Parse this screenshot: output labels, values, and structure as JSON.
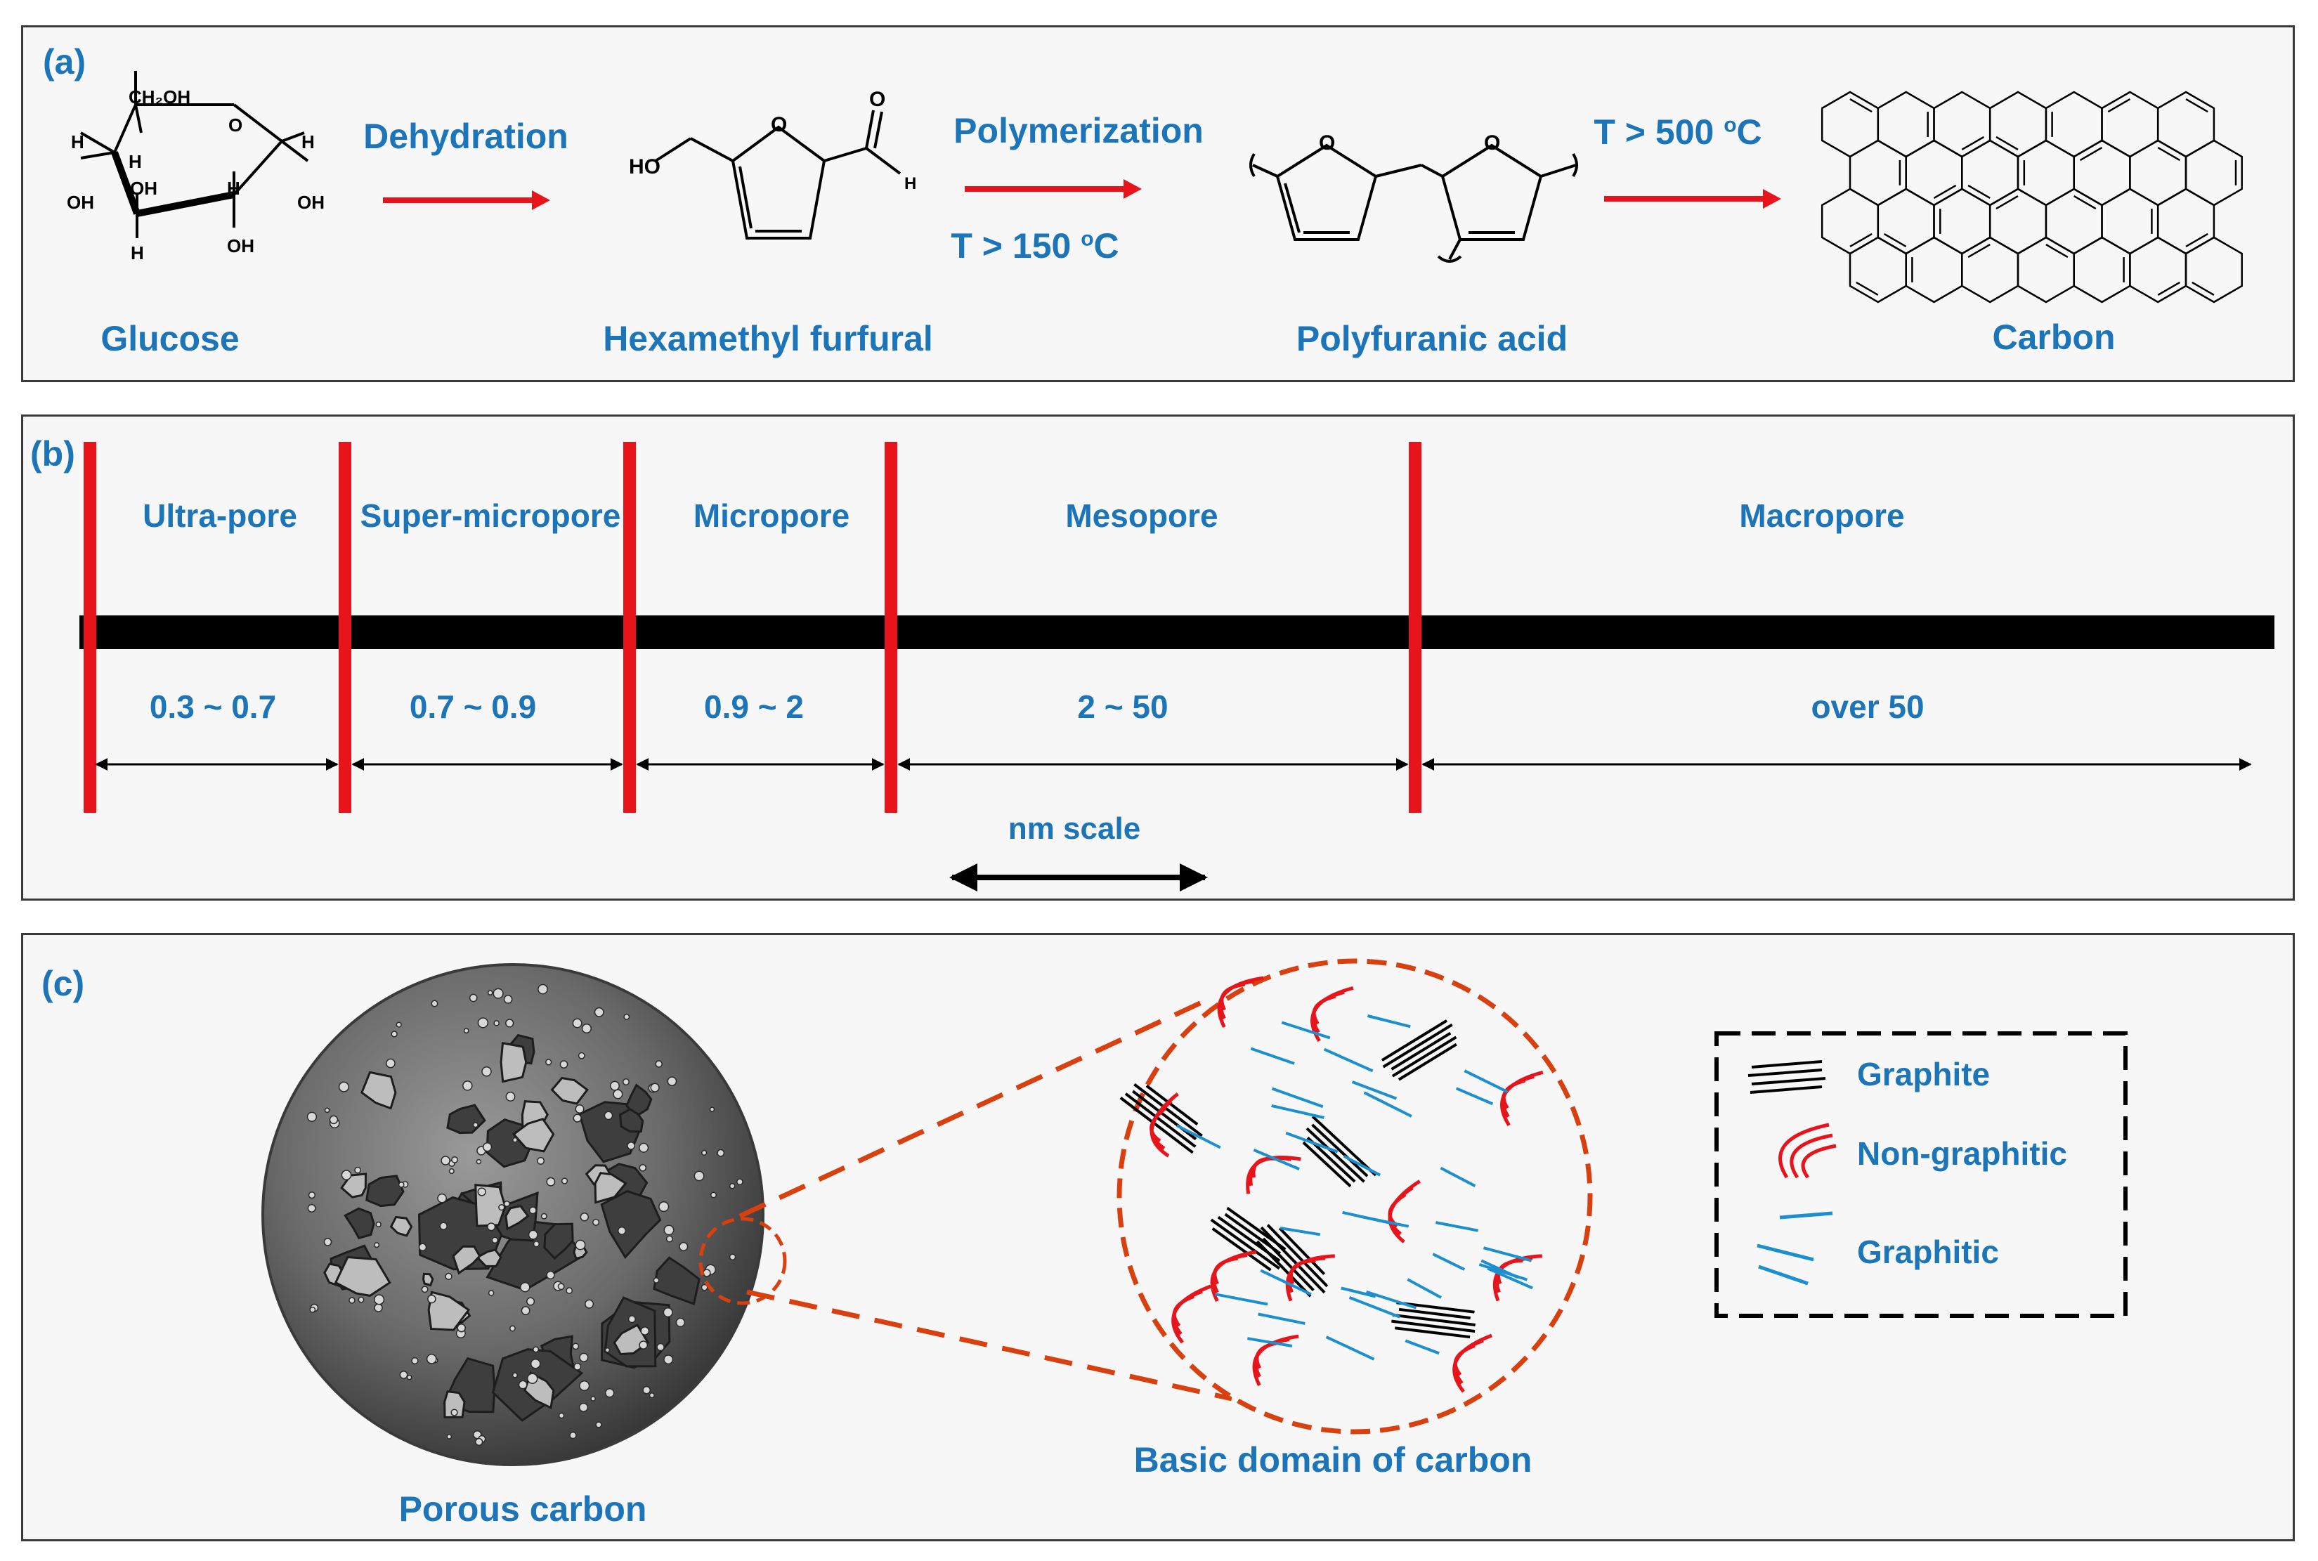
{
  "panel_a": {
    "label": "(a)",
    "compounds": {
      "glucose": "Glucose",
      "hmf": "Hexamethyl furfural",
      "polyfuranic": "Polyfuranic acid",
      "carbon": "Carbon"
    },
    "steps": {
      "step1": "Dehydration",
      "step2": "Polymerization",
      "step2_condition_prefix": "T > 150 ",
      "step2_condition_sup": "o",
      "step2_condition_suffix": "C",
      "step3_condition_prefix": "T > 500 ",
      "step3_condition_sup": "o",
      "step3_condition_suffix": "C"
    },
    "atom_labels": {
      "ch2oh": "CH₂OH",
      "h": "H",
      "oh": "OH",
      "o": "O",
      "ho": "HO"
    }
  },
  "panel_b": {
    "label": "(b)",
    "pore_types": [
      "Ultra-pore",
      "Super-micropore",
      "Micropore",
      "Mesopore",
      "Macropore"
    ],
    "ranges": [
      "0.3 ~ 0.7",
      "0.7 ~ 0.9",
      "0.9 ~ 2",
      "2 ~ 50",
      "over 50"
    ],
    "scale_label": "nm scale"
  },
  "panel_c": {
    "label": "(c)",
    "porous_carbon": "Porous carbon",
    "basic_domain": "Basic domain of carbon",
    "legend": [
      "Graphite",
      "Non-graphitic",
      "Graphitic"
    ]
  },
  "colors": {
    "accent_blue": "#1c75b8",
    "arrow_red": "#e8141b",
    "zoom_orange": "#d9400f",
    "graphite_black": "#000000",
    "graphitic_blue": "#1b8fd0"
  }
}
